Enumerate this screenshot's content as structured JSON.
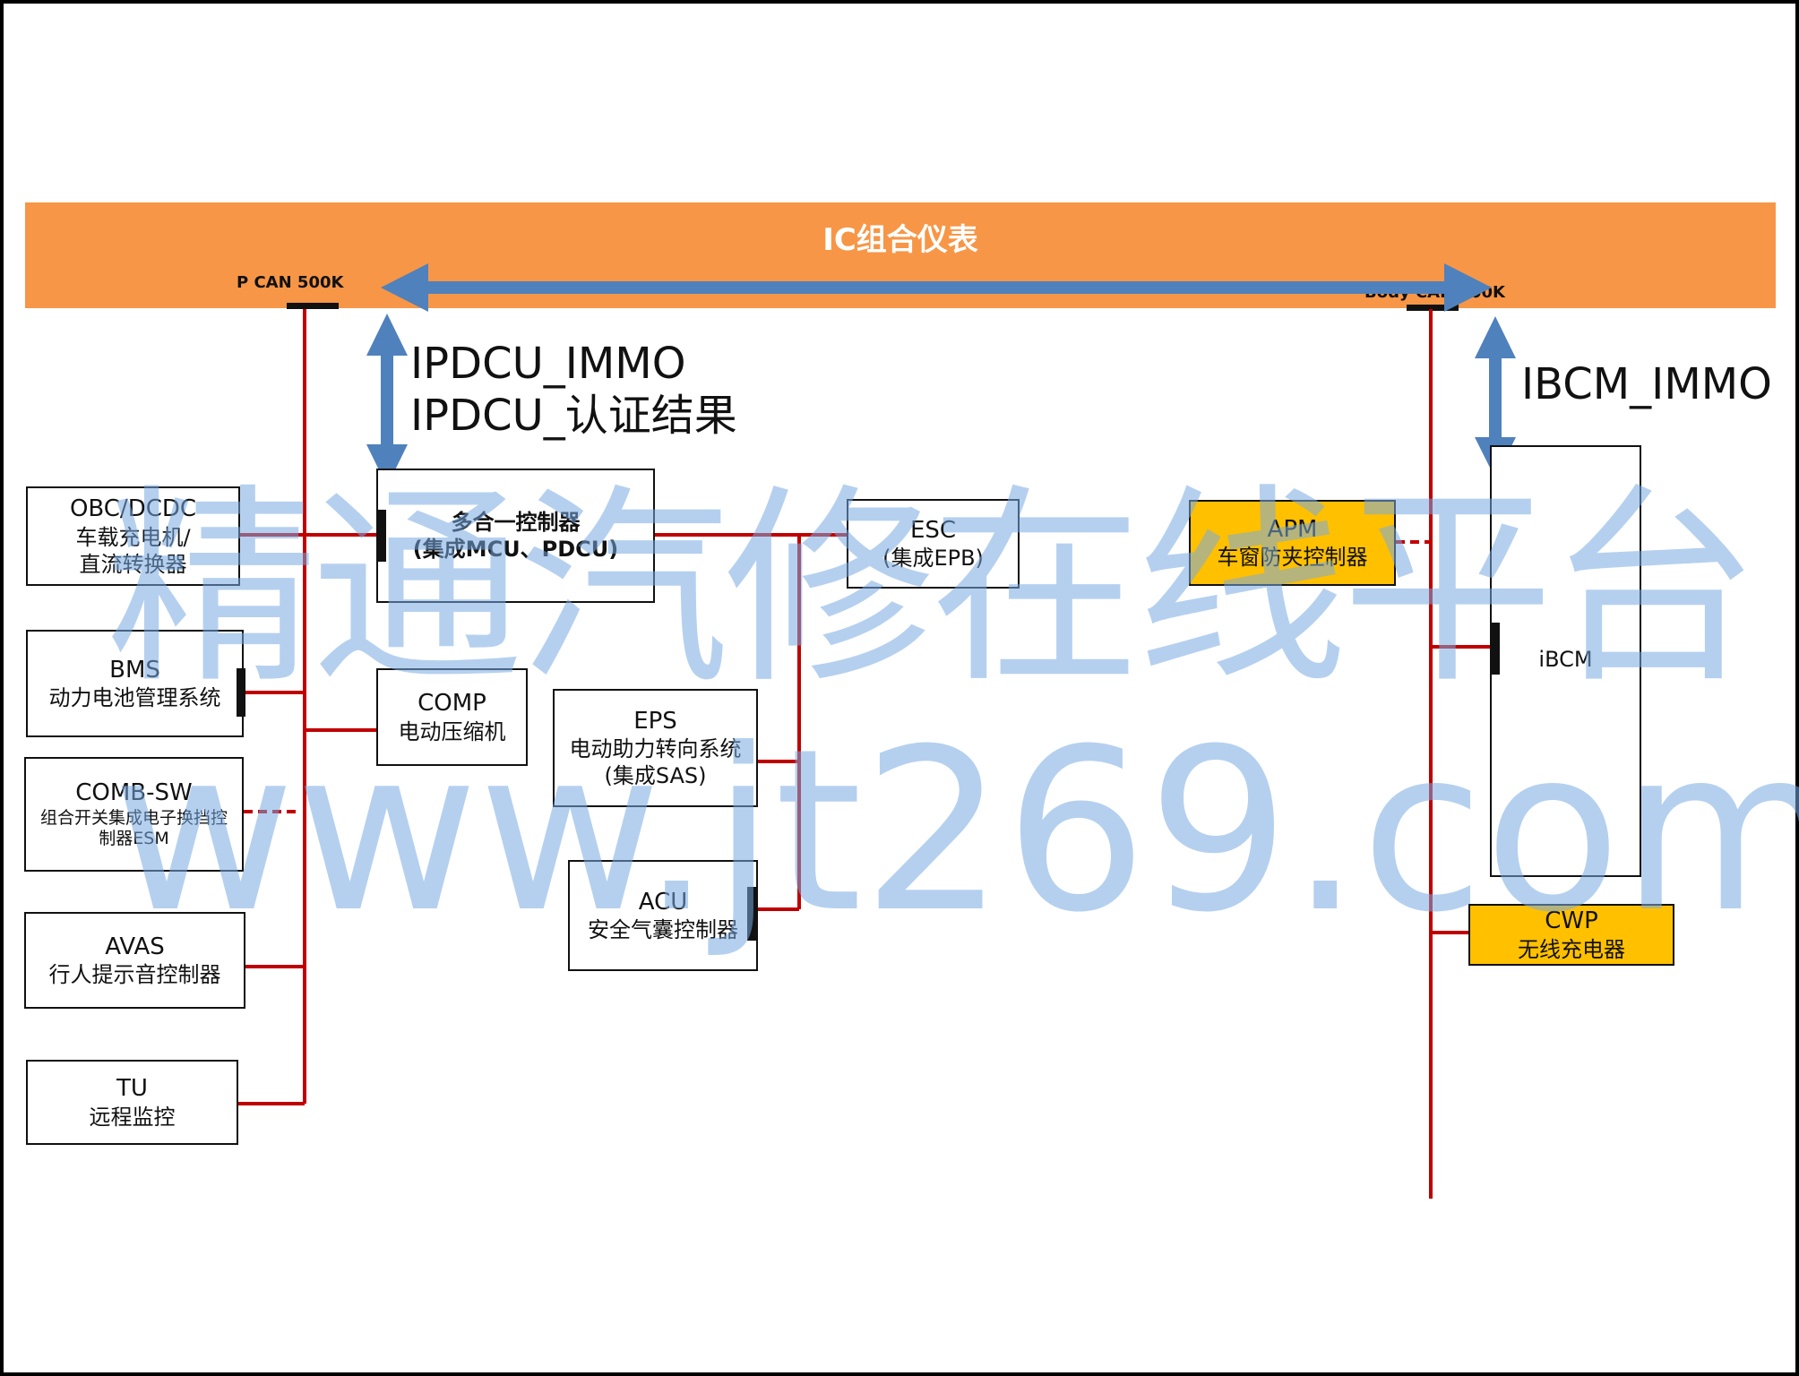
{
  "header": {
    "title": "IC组合仪表"
  },
  "buses": {
    "pcan": {
      "label": "P CAN  500K"
    },
    "body": {
      "label": "Body  CAN 500K"
    }
  },
  "annotations": {
    "ipdcu_line1": "IPDCU_IMMO",
    "ipdcu_line2": "IPDCU_认证结果",
    "ibcm": "IBCM_IMMO"
  },
  "nodes": {
    "obc": {
      "l1": "OBC/DCDC",
      "l2": "车载充电机/",
      "l3": "直流转换器"
    },
    "bms": {
      "l1": "BMS",
      "l2": "动力电池管理系统"
    },
    "comb": {
      "l1": "COMB-SW",
      "l2": "组合开关集成电子换挡控",
      "l3": "制器ESM"
    },
    "avas": {
      "l1": "AVAS",
      "l2": "行人提示音控制器"
    },
    "tu": {
      "l1": "TU",
      "l2": "远程监控"
    },
    "mcu": {
      "l1": "多合一控制器",
      "l2": "(集成MCU、PDCU)"
    },
    "comp": {
      "l1": "COMP",
      "l2": "电动压缩机"
    },
    "esc": {
      "l1": "ESC",
      "l2": "(集成EPB)"
    },
    "eps": {
      "l1": "EPS",
      "l2": "电动助力转向系统",
      "l3": "(集成SAS)"
    },
    "acu": {
      "l1": "ACU",
      "l2": "安全气囊控制器"
    },
    "apm": {
      "l1": "APM",
      "l2": "车窗防夹控制器"
    },
    "ibcm": {
      "l1": "iBCM"
    },
    "cwp": {
      "l1": "CWP",
      "l2": "无线充电器"
    }
  },
  "watermark": {
    "line1": "精通汽修在线平台",
    "line2": "www.jt269.com"
  },
  "colors": {
    "ic_bar": "#F79646",
    "highlight": "#FFC000",
    "can_line": "#C00000",
    "arrow": "#4F81BD"
  }
}
